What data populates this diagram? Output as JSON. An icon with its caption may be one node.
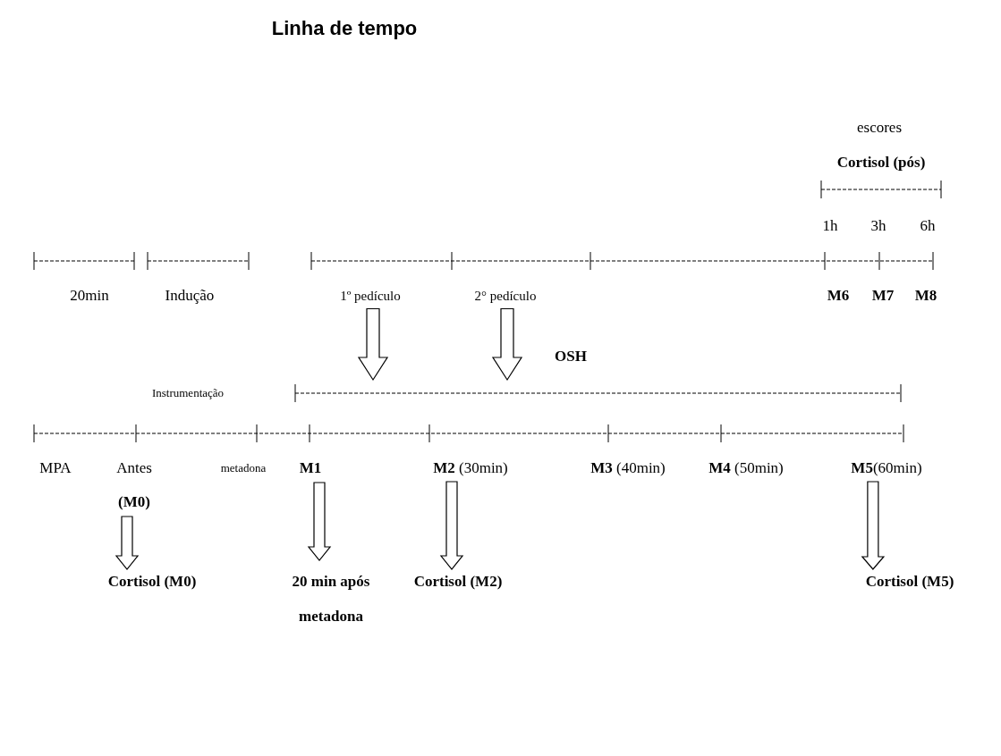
{
  "diagram": {
    "title": "Linha de tempo",
    "nodes": [
      {
        "text": [
          "1º pedículo"
        ]
      },
      {
        "text": [
          "2° pedículo"
        ]
      },
      {
        "text": [
          "Antes",
          "(M0)"
        ]
      },
      {
        "text": [
          "Cortisol (M0)"
        ]
      },
      {
        "text": [
          "M1"
        ]
      },
      {
        "text": [
          "20 min após metadona"
        ]
      },
      {
        "text": [
          "**M2** (30min)"
        ]
      },
      {
        "text": [
          "Cortisol (M2)"
        ]
      },
      {
        "text": [
          "**M5**(60min)"
        ]
      },
      {
        "text": [
          "Cortisol (M5)"
        ]
      }
    ],
    "edges": [
      {
        "from": 0,
        "to": null,
        "arrow": "to"
      },
      {
        "from": 1,
        "to": null,
        "arrow": "to"
      },
      {
        "from": 2,
        "to": 3,
        "arrow": "to"
      },
      {
        "from": 4,
        "to": 5,
        "arrow": "to"
      },
      {
        "from": 6,
        "to": 7,
        "arrow": "to"
      },
      {
        "from": 8,
        "to": 9,
        "arrow": "to"
      }
    ],
    "labels": [
      "escores",
      "Cortisol (pós)",
      "1h",
      "3h",
      "6h",
      "20min",
      "Indução",
      "M6",
      "M7",
      "M8",
      "OSH",
      "Instrumentação",
      "MPA",
      "metadona",
      "**M3** (40min)",
      "**M4** (50min)"
    ]
  }
}
